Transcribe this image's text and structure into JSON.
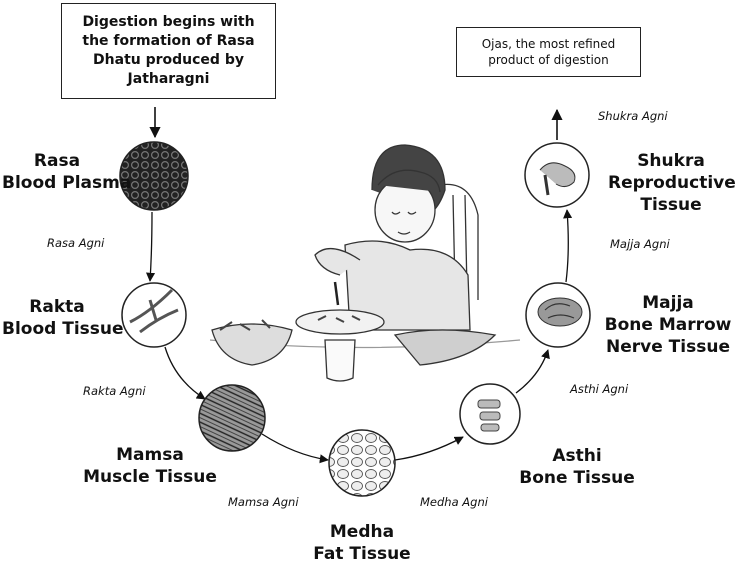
{
  "intro_box": {
    "line1": "Digestion begins with",
    "line2": "the formation of Rasa",
    "line3": "Dhatu produced by",
    "line4": "Jatharagni"
  },
  "ojas_box": {
    "line1": "Ojas, the most refined",
    "line2": "product of digestion"
  },
  "tissues": {
    "rasa": {
      "line1": "Rasa",
      "line2": "Blood Plasma"
    },
    "rakta": {
      "line1": "Rakta",
      "line2": "Blood Tissue"
    },
    "mamsa": {
      "line1": "Mamsa",
      "line2": "Muscle Tissue"
    },
    "medha": {
      "line1": "Medha",
      "line2": "Fat Tissue"
    },
    "asthi": {
      "line1": "Asthi",
      "line2": "Bone Tissue"
    },
    "majja": {
      "line1": "Majja",
      "line2": "Bone Marrow",
      "line3": "Nerve Tissue"
    },
    "shukra": {
      "line1": "Shukra",
      "line2": "Reproductive",
      "line3": "Tissue"
    }
  },
  "agnis": {
    "rasa": "Rasa Agni",
    "rakta": "Rakta Agni",
    "mamsa": "Mamsa Agni",
    "medha": "Medha Agni",
    "asthi": "Asthi Agni",
    "majja": "Majja Agni",
    "shukra": "Shukra Agni"
  }
}
